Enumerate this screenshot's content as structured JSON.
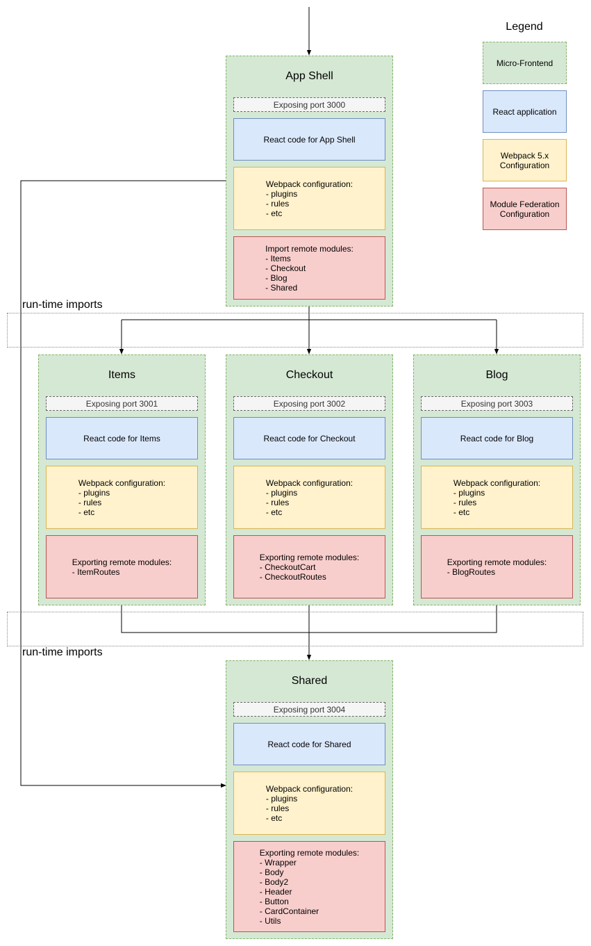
{
  "legend": {
    "title": "Legend",
    "items": [
      {
        "label": "Micro-Frontend",
        "color": "#d5e8d4"
      },
      {
        "label": "React application",
        "color": "#dae8fc"
      },
      {
        "label": "Webpack 5.x Configuration",
        "color": "#fff2cc"
      },
      {
        "label": "Module Federation Configuration",
        "color": "#f8cecc"
      }
    ]
  },
  "zones": [
    {
      "label": "run-time imports"
    },
    {
      "label": "run-time imports"
    }
  ],
  "frontends": {
    "app_shell": {
      "title": "App Shell",
      "port": "Exposing port 3000",
      "react": "React code for App Shell",
      "webpack": {
        "heading": "Webpack configuration:",
        "items": [
          "- plugins",
          "- rules",
          "- etc"
        ]
      },
      "federation": {
        "heading": "Import remote modules:",
        "items": [
          "- Items",
          "- Checkout",
          "- Blog",
          "- Shared"
        ]
      }
    },
    "items": {
      "title": "Items",
      "port": "Exposing port 3001",
      "react": "React code for Items",
      "webpack": {
        "heading": "Webpack configuration:",
        "items": [
          "- plugins",
          "- rules",
          "- etc"
        ]
      },
      "federation": {
        "heading": "Exporting remote modules:",
        "items": [
          "- ItemRoutes"
        ]
      }
    },
    "checkout": {
      "title": "Checkout",
      "port": "Exposing port 3002",
      "react": "React code for Checkout",
      "webpack": {
        "heading": "Webpack configuration:",
        "items": [
          "- plugins",
          "- rules",
          "- etc"
        ]
      },
      "federation": {
        "heading": "Exporting remote modules:",
        "items": [
          "- CheckoutCart",
          "- CheckoutRoutes"
        ]
      }
    },
    "blog": {
      "title": "Blog",
      "port": "Exposing port 3003",
      "react": "React code for Blog",
      "webpack": {
        "heading": "Webpack configuration:",
        "items": [
          "- plugins",
          "- rules",
          "- etc"
        ]
      },
      "federation": {
        "heading": "Exporting remote modules:",
        "items": [
          "- BlogRoutes"
        ]
      }
    },
    "shared": {
      "title": "Shared",
      "port": "Exposing port 3004",
      "react": "React code for Shared",
      "webpack": {
        "heading": "Webpack configuration:",
        "items": [
          "- plugins",
          "- rules",
          "- etc"
        ]
      },
      "federation": {
        "heading": "Exporting remote modules:",
        "items": [
          "- Wrapper",
          "- Body",
          "- Body2",
          "- Header",
          "- Button",
          "- CardContainer",
          "- Utils"
        ]
      }
    }
  }
}
